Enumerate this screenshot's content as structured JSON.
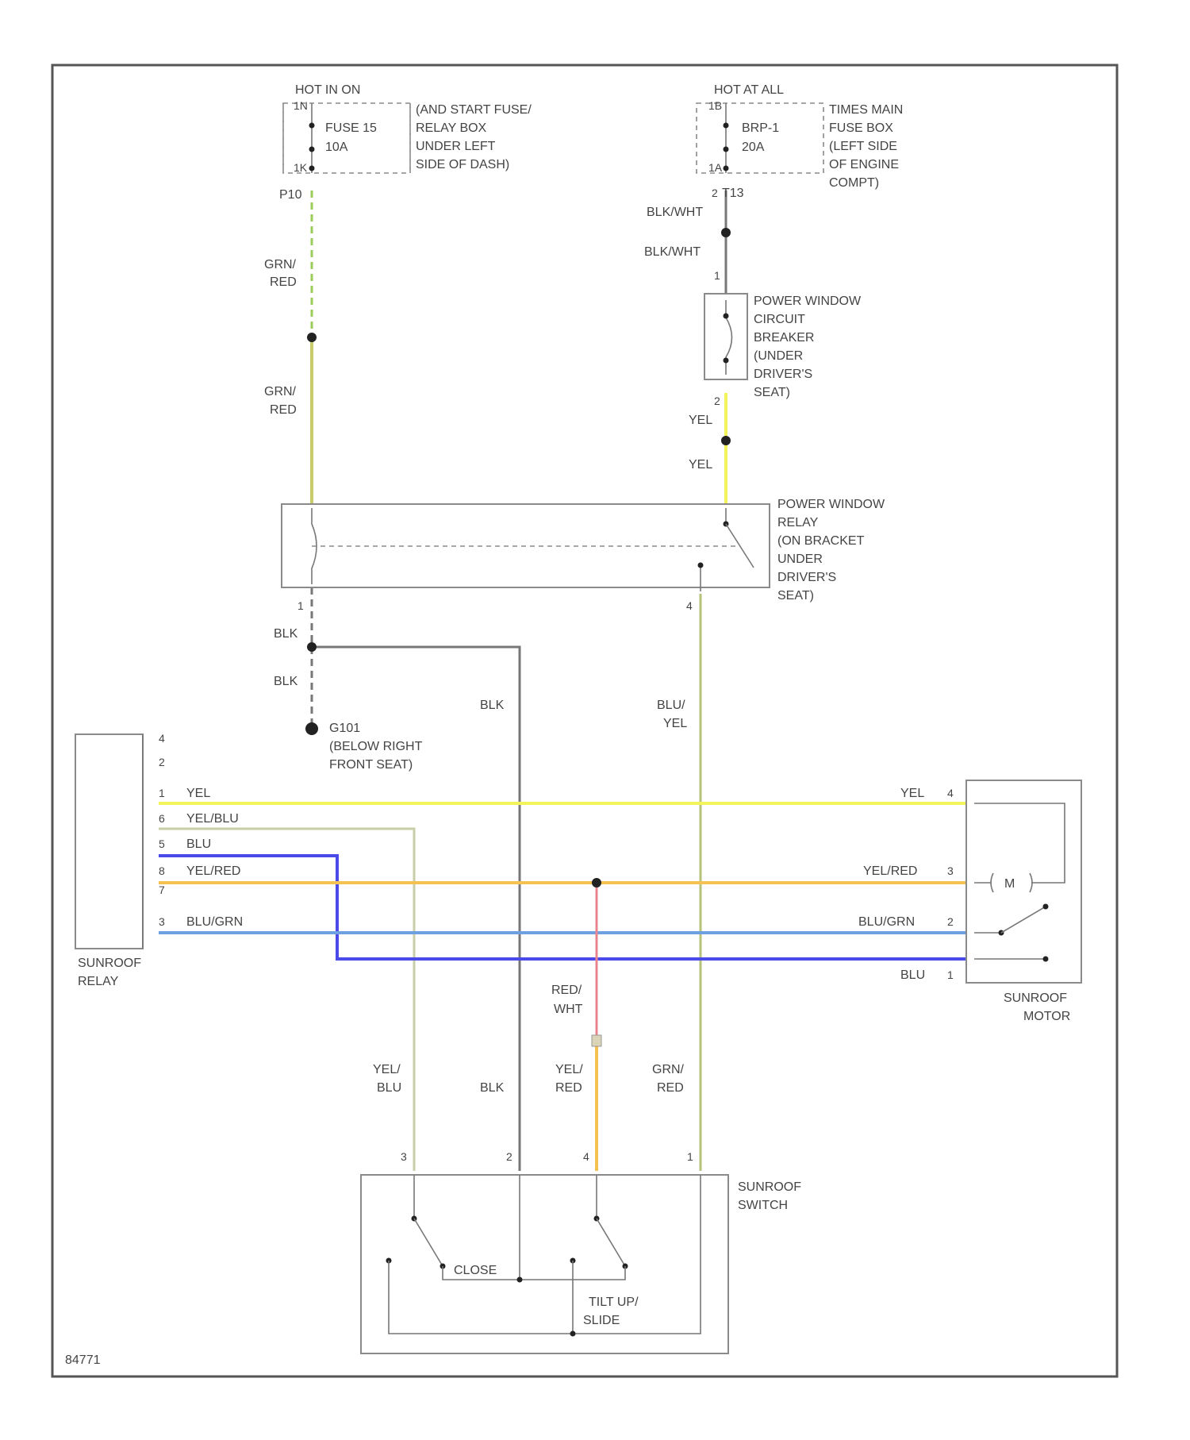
{
  "labels": {
    "hot_in_on": "HOT IN ON",
    "fuse_15": "FUSE 15",
    "fuse_15_amp": "10A",
    "fuse_15_loc_1": "(AND START FUSE/",
    "fuse_15_loc_2": "RELAY BOX",
    "fuse_15_loc_3": "UNDER LEFT",
    "fuse_15_loc_4": "SIDE OF DASH)",
    "p10": "P10",
    "hot_at_all": "HOT AT ALL",
    "brp": "BRP-1",
    "brp_amp": "20A",
    "brp_loc_1": "TIMES MAIN",
    "brp_loc_2": "FUSE BOX",
    "brp_loc_3": "(LEFT SIDE",
    "brp_loc_4": "OF ENGINE",
    "brp_loc_5": "COMPT)",
    "t13": "T13",
    "blk_wht_1": "BLK/WHT",
    "blk_wht_2": "BLK/WHT",
    "cb_1": "POWER WINDOW",
    "cb_2": "CIRCUIT",
    "cb_3": "BREAKER",
    "cb_4": "(UNDER",
    "cb_5": "DRIVER'S",
    "cb_6": "SEAT)",
    "grn_1": "GRN/",
    "red_1": "RED",
    "grn_2": "GRN/",
    "red_2": "RED",
    "yel_1": "YEL",
    "yel_2": "YEL",
    "relay_1": "POWER WINDOW",
    "relay_2": "RELAY",
    "relay_3": "(ON BRACKET",
    "relay_4": "UNDER",
    "relay_5": "DRIVER'S",
    "relay_6": "SEAT)",
    "blk_1": "BLK",
    "blk_2": "BLK",
    "blk_3": "BLK",
    "blk_4": "BLK",
    "ground_1": "G101",
    "ground_2": "(BELOW RIGHT",
    "ground_3": "FRONT SEAT)",
    "blu_yel_1": "BLU/",
    "blu_yel_2": "YEL",
    "sr_relay_1": "SUNROOF",
    "sr_relay_2": "RELAY",
    "w_yel": "YEL",
    "w_yel_blu": "YEL/BLU",
    "w_blu": "BLU",
    "w_yel_red": "YEL/RED",
    "w_blu_grn": "BLU/GRN",
    "m_yel": "YEL",
    "m_yel_red": "YEL/RED",
    "m_blu_grn": "BLU/GRN",
    "m_blu": "BLU",
    "motor_m": "M",
    "sr_motor_1": "SUNROOF",
    "sr_motor_2": "MOTOR",
    "red_wht_1": "RED/",
    "red_wht_2": "WHT",
    "b_yel_blu_1": "YEL/",
    "b_yel_blu_2": "BLU",
    "b_blk": "BLK",
    "b_yel_red_1": "YEL/",
    "b_yel_red_2": "RED",
    "b_grn_red_1": "GRN/",
    "b_grn_red_2": "RED",
    "sr_switch_1": "SUNROOF",
    "sr_switch_2": "SWITCH",
    "close": "CLOSE",
    "tilt_1": "TILT UP/",
    "tilt_2": "SLIDE",
    "code": "84771"
  },
  "pins": {
    "f15_in": "1N",
    "f15_out": "1K",
    "brp_in": "1B",
    "brp_out": "1A",
    "t13_pin": "2",
    "cb_top": "1",
    "cb_bot": "2",
    "relay_out": "1",
    "relay_4": "4",
    "sr_r1": "4",
    "sr_r2": "2",
    "sr_r3": "1",
    "sr_r4": "6",
    "sr_r5": "5",
    "sr_r6": "8",
    "sr_r7": "7",
    "sr_r8": "3",
    "m1": "4",
    "m2": "3",
    "m3": "2",
    "m4": "1",
    "s1": "3",
    "s2": "2",
    "s3": "4",
    "s4": "1"
  },
  "colors": {
    "grn_red": "#9acd5a",
    "grn_red_solid": "#c8cc6a",
    "yel": "#f3f35a",
    "yel_blu": "#c9cda8",
    "blu": "#4a4ae8",
    "yel_red": "#f4c253",
    "blu_grn": "#6e9fe0",
    "blk": "#777777",
    "red_wht": "#e8838f",
    "blu_yel": "#b7c17a"
  }
}
